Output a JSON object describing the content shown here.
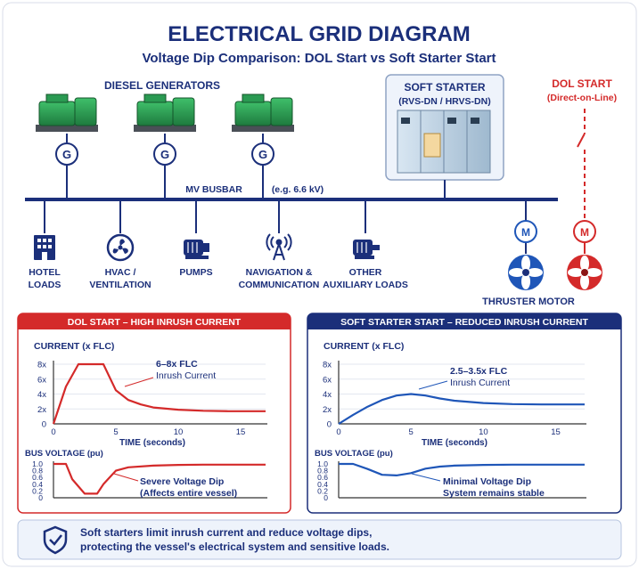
{
  "header": {
    "title": "ELECTRICAL GRID DIAGRAM",
    "subtitle": "Voltage Dip Comparison: DOL Start vs Soft Starter Start"
  },
  "diagram": {
    "generators_label": "DIESEL GENERATORS",
    "generator_symbol": "G",
    "motor_symbol": "M",
    "busbar_label": "MV BUSBAR",
    "busbar_voltage": "(e.g. 6.6 kV)",
    "soft_starter": {
      "title": "SOFT STARTER",
      "model": "(RVS-DN / HRVS-DN)"
    },
    "dol_start": {
      "title": "DOL START",
      "detail": "(Direct-on-Line)"
    },
    "thruster_label": "THRUSTER MOTOR",
    "loads": [
      {
        "line1": "HOTEL",
        "line2": "LOADS",
        "icon": "building-icon"
      },
      {
        "line1": "HVAC /",
        "line2": "VENTILATION",
        "icon": "fan-icon"
      },
      {
        "line1": "PUMPS",
        "line2": "",
        "icon": "pump-icon"
      },
      {
        "line1": "NAVIGATION &",
        "line2": "COMMUNICATION",
        "icon": "antenna-icon"
      },
      {
        "line1": "OTHER",
        "line2": "AUXILIARY LOADS",
        "icon": "motor-icon"
      }
    ]
  },
  "colors": {
    "navy": "#1b2f7a",
    "red": "#d42a2a",
    "blue": "#1f56b8",
    "green": "#2e8a4a"
  },
  "chart_data": [
    {
      "type": "line",
      "panel_title": "DOL START – HIGH INRUSH CURRENT",
      "ylabel": "CURRENT (x FLC)",
      "xlabel": "TIME (seconds)",
      "yticks": [
        "8x",
        "6x",
        "4x",
        "2x",
        "0"
      ],
      "xticks": [
        "0",
        "5",
        "10",
        "15"
      ],
      "xlim": [
        0,
        17
      ],
      "ylim": [
        0,
        8
      ],
      "series": [
        {
          "x": [
            0,
            1,
            2,
            3,
            4,
            5,
            6,
            7,
            8,
            10,
            12,
            14,
            17
          ],
          "y": [
            0,
            5,
            8,
            8,
            8,
            4.5,
            3.2,
            2.6,
            2.2,
            1.9,
            1.75,
            1.7,
            1.7
          ]
        }
      ],
      "annotation": {
        "line1": "6–8x FLC",
        "line2": "Inrush Current"
      },
      "voltage": {
        "ylabel": "BUS VOLTAGE (pu)",
        "yticks": [
          "1.0",
          "0.8",
          "0.6",
          "0.4",
          "0.2",
          "0"
        ],
        "ylim": [
          0,
          1
        ],
        "x": [
          0,
          1,
          1.5,
          2.5,
          3.5,
          4,
          5,
          6,
          8,
          10,
          12,
          15,
          17
        ],
        "y": [
          1.0,
          1.0,
          0.55,
          0.12,
          0.12,
          0.4,
          0.8,
          0.9,
          0.95,
          0.97,
          0.98,
          0.98,
          0.98
        ],
        "annotation": {
          "line1": "Severe Voltage Dip",
          "line2": "(Affects entire vessel)"
        }
      }
    },
    {
      "type": "line",
      "panel_title": "SOFT STARTER START – REDUCED INRUSH CURRENT",
      "ylabel": "CURRENT (x FLC)",
      "xlabel": "TIME (seconds)",
      "yticks": [
        "8x",
        "6x",
        "4x",
        "2x",
        "0"
      ],
      "xticks": [
        "0",
        "5",
        "10",
        "15"
      ],
      "xlim": [
        0,
        17
      ],
      "ylim": [
        0,
        8
      ],
      "series": [
        {
          "x": [
            0,
            1,
            2,
            3,
            4,
            5,
            6,
            7,
            8,
            10,
            12,
            14,
            17
          ],
          "y": [
            0,
            1.2,
            2.3,
            3.2,
            3.8,
            4.0,
            3.8,
            3.4,
            3.1,
            2.8,
            2.65,
            2.6,
            2.6
          ]
        }
      ],
      "annotation": {
        "line1": "2.5–3.5x FLC",
        "line2": "Inrush Current"
      },
      "voltage": {
        "ylabel": "BUS VOLTAGE (pu)",
        "yticks": [
          "1.0",
          "0.8",
          "0.6",
          "0.4",
          "0.2",
          "0"
        ],
        "ylim": [
          0,
          1
        ],
        "x": [
          0,
          1,
          2,
          3,
          4,
          5,
          6,
          7,
          8,
          10,
          12,
          15,
          17
        ],
        "y": [
          1.0,
          1.0,
          0.85,
          0.68,
          0.66,
          0.73,
          0.86,
          0.92,
          0.95,
          0.97,
          0.98,
          0.98,
          0.98
        ],
        "annotation": {
          "line1": "Minimal Voltage Dip",
          "line2": "System remains stable"
        }
      }
    }
  ],
  "footer": {
    "line1": "Soft starters limit inrush current and reduce voltage dips,",
    "line2": "protecting the vessel's electrical system and sensitive loads.",
    "icon": "shield-check-icon"
  }
}
